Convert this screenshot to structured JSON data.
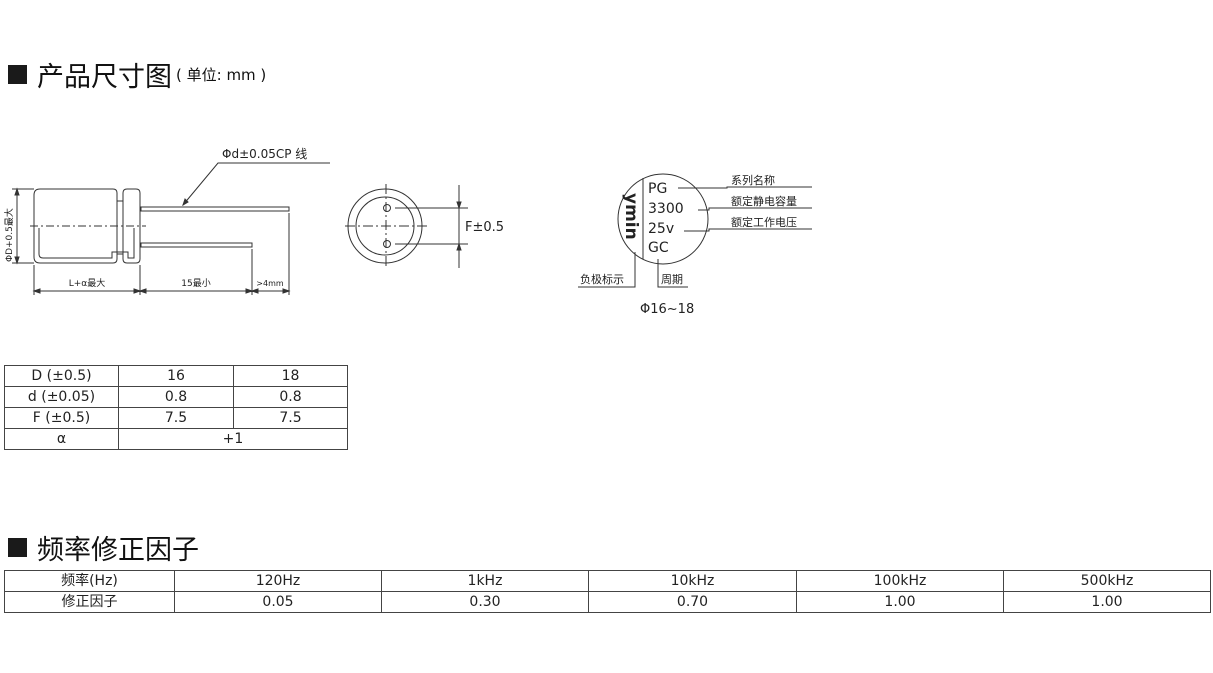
{
  "section1": {
    "title": "产品尺寸图",
    "unit": "( 单位: mm )"
  },
  "drawing": {
    "lead_label": "Φd±0.05CP 线",
    "dia_label": "ΦD+0.5最大",
    "length_label": "L+α最大",
    "lead_min_label": "15最小",
    "gap_label": ">4mm",
    "pitch_label": "F±0.5"
  },
  "marking": {
    "logo": "ymin",
    "lines": [
      "PG",
      "3300",
      "25v",
      "GC"
    ],
    "callouts": [
      "系列名称",
      "额定静电容量",
      "额定工作电压"
    ],
    "polarity_label": "负极标示",
    "period_label": "周期",
    "size_label": "Φ16~18"
  },
  "dim_table": {
    "rows": [
      [
        "D (±0.5)",
        "16",
        "18"
      ],
      [
        "d (±0.05)",
        "0.8",
        "0.8"
      ],
      [
        "F (±0.5)",
        "7.5",
        "7.5"
      ],
      [
        "α",
        "+1"
      ]
    ]
  },
  "section2": {
    "title": "频率修正因子"
  },
  "freq_table": {
    "header": [
      "频率(Hz)",
      "120Hz",
      "1kHz",
      "10kHz",
      "100kHz",
      "500kHz"
    ],
    "row": [
      "修正因子",
      "0.05",
      "0.30",
      "0.70",
      "1.00",
      "1.00"
    ]
  }
}
